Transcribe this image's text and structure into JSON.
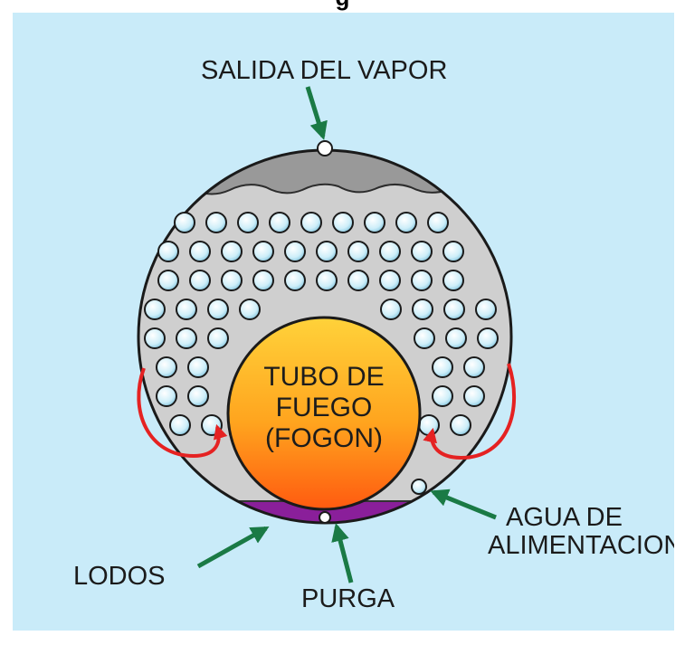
{
  "title": "g",
  "labels": {
    "steam_outlet": "SALIDA DEL VAPOR",
    "fire_tube_line1": "TUBO DE",
    "fire_tube_line2": "FUEGO",
    "fire_tube_line3": "(FOGON)",
    "feed_water_line1": "AGUA DE",
    "feed_water_line2": "ALIMENTACION",
    "sludge": "LODOS",
    "purge": "PURGA"
  },
  "colors": {
    "background": "#c9ebf9",
    "shell": "#cfcfcf",
    "steam_space": "#999999",
    "sludge_layer": "#8a1f9a",
    "fire_tube_top": "#ffd23a",
    "fire_tube_bottom": "#ff5a10",
    "arrow_green": "#1a7a45",
    "circulation_arrow": "#e52222",
    "tube": "#e6f6fc"
  },
  "tube_rows": [
    9,
    10,
    10,
    4,
    4,
    3,
    3,
    2,
    2,
    2,
    2,
    2,
    2,
    1,
    1
  ]
}
